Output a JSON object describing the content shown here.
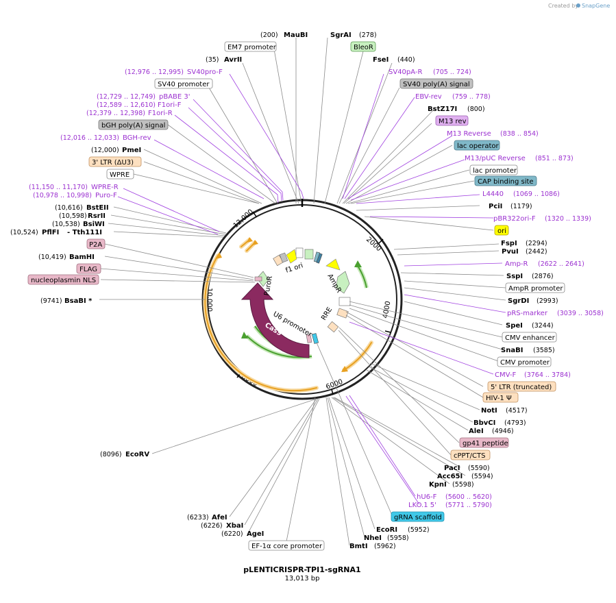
{
  "credit": {
    "prefix": "Created by",
    "brand": "SnapGene"
  },
  "map": {
    "name": "pLENTICRISPR-TPI1-sgRNA1",
    "size": "13,013 bp",
    "ticks": [
      "2000",
      "4000",
      "6000",
      "8000",
      "10,000",
      "12,000"
    ],
    "inner_labels": [
      "f1 ori",
      "AmpR",
      "RRE",
      "U6 promoter",
      "Cas9",
      "PuroR"
    ]
  },
  "labels": {
    "mauBI_pos": "(200)",
    "mauBI": "MauBI",
    "sgrAI": "SgrAI",
    "sgrAI_pos": "(278)",
    "em7": "EM7 promoter",
    "bleoR": "BleoR",
    "avrII_pos": "(35)",
    "avrII": "AvrII",
    "fseI": "FseI",
    "fseI_pos": "(440)",
    "sv40pro_range": "(12,976 .. 12,995)",
    "sv40pro": "SV40pro-F",
    "sv40pa_r": "SV40pA-R",
    "sv40pa_r_range": "(705 .. 724)",
    "sv40promoter": "SV40 promoter",
    "sv40polyA": "SV40 poly(A) signal",
    "pbabe_range": "(12,729 .. 12,749)",
    "pbabe": "pBABE 3'",
    "ebv": "EBV-rev",
    "ebv_range": "(759 .. 778)",
    "f1ori_f_range": "(12,589 .. 12,610)",
    "f1ori_f": "F1ori-F",
    "bstz17i": "BstZ17I",
    "bstz17i_pos": "(800)",
    "f1ori_r_range": "(12,379 .. 12,398)",
    "f1ori_r": "F1ori-R",
    "m13rev": "M13 rev",
    "bgh_polyA": "bGH poly(A) signal",
    "m13reverse": "M13 Reverse",
    "m13reverse_range": "(838 .. 854)",
    "bgh_rev_range": "(12,016 .. 12,033)",
    "bgh_rev": "BGH-rev",
    "lac_operator": "lac operator",
    "pmeI_pos": "(12,000)",
    "pmeI": "PmeI",
    "m13puc": "M13/pUC Reverse",
    "m13puc_range": "(851 .. 873)",
    "ltr3": "3' LTR (ΔU3)",
    "lac_promoter": "lac promoter",
    "wpre": "WPRE",
    "cap": "CAP binding site",
    "wpre_r_range": "(11,150 .. 11,170)",
    "wpre_r": "WPRE-R",
    "l4440": "L4440",
    "l4440_range": "(1069 .. 1086)",
    "puro_f_range": "(10,978 .. 10,998)",
    "puro_f": "Puro-F",
    "pciI": "PciI",
    "pciI_pos": "(1179)",
    "bsteII_pos": "(10,616)",
    "bsteII": "BstEII",
    "pbr322": "pBR322ori-F",
    "pbr322_range": "(1320 .. 1339)",
    "rsrII_pos": "(10,598)",
    "rsrII": "RsrII",
    "ori": "ori",
    "bsiWI_pos": "(10,538)",
    "bsiWI": "BsiWI",
    "pflFI_pos": "(10,524)",
    "pflFI": "PflFI",
    "tth111I": "- Tth111I",
    "p2a": "P2A",
    "fspI": "FspI",
    "fspI_pos": "(2294)",
    "pvuI": "PvuI",
    "pvuI_pos": "(2442)",
    "bamHI_pos": "(10,419)",
    "bamHI": "BamHI",
    "amp_r": "Amp-R",
    "amp_r_range": "(2622 .. 2641)",
    "flag": "FLAG",
    "sspI": "SspI",
    "sspI_pos": "(2876)",
    "nls": "nucleoplasmin NLS",
    "ampr_promoter": "AmpR promoter",
    "sgrDI": "SgrDI",
    "sgrDI_pos": "(2993)",
    "bsaBI_pos": "(9741)",
    "bsaBI": "BsaBI *",
    "prs": "pRS-marker",
    "prs_range": "(3039 .. 3058)",
    "speI": "SpeI",
    "speI_pos": "(3244)",
    "cmv_enh": "CMV enhancer",
    "snaBI": "SnaBI",
    "snaBI_pos": "(3585)",
    "cmv_pro": "CMV promoter",
    "cmv_f": "CMV-F",
    "cmv_f_range": "(3764 .. 3784)",
    "ltr5": "5' LTR (truncated)",
    "hiv": "HIV-1 Ψ",
    "notI": "NotI",
    "notI_pos": "(4517)",
    "bbvCI": "BbvCI",
    "bbvCI_pos": "(4793)",
    "aleI": "AleI",
    "aleI_pos": "(4946)",
    "gp41": "gp41 peptide",
    "cppt": "cPPT/CTS",
    "ecoRV_pos": "(8096)",
    "ecoRV": "EcoRV",
    "pacI": "PacI",
    "pacI_pos": "(5590)",
    "acc65I": "Acc65I",
    "acc65I_pos": "(5594)",
    "kpnI": "KpnI",
    "kpnI_pos": "(5598)",
    "hu6": "hU6-F",
    "hu6_range": "(5600 .. 5620)",
    "lko": "LKO.1 5'",
    "lko_range": "(5771 .. 5790)",
    "grna": "gRNA scaffold",
    "afeI_pos": "(6233)",
    "afeI": "AfeI",
    "ecoRI": "EcoRI",
    "ecoRI_pos": "(5952)",
    "xbaI_pos": "(6226)",
    "xbaI": "XbaI",
    "nheI": "NheI",
    "nheI_pos": "(5958)",
    "ageI_pos": "(6220)",
    "ageI": "AgeI",
    "bmtI": "BmtI",
    "bmtI_pos": "(5962)",
    "ef1a": "EF-1α core promoter"
  },
  "colors": {
    "primer": "#9b30d0",
    "promoter": "#ffffff",
    "resistance": "#c8f0c0",
    "ori": "#ffff00",
    "terminator": "#c0c0c0",
    "ltr": "#fde0c0",
    "tag": "#e8b8c8",
    "cas9": "#8b2a60",
    "grna": "#40c8e8",
    "lac": "#80b8c8",
    "m13": "#e0b0f0",
    "orf_arc": "#f0a020",
    "green_arc": "#50b030"
  }
}
